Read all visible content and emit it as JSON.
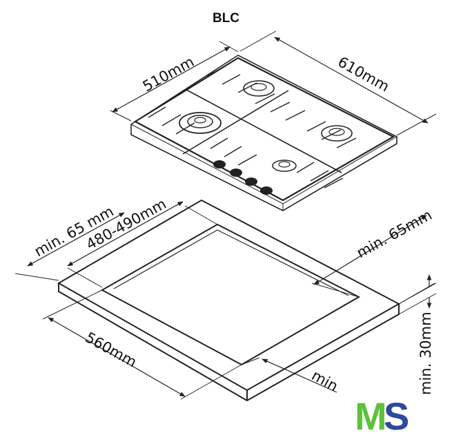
{
  "title": "BLC",
  "dimensions": {
    "hob_depth": "510mm",
    "hob_width": "610mm",
    "clearance_left": "min. 65 mm",
    "cutout_depth": "480-490mm",
    "clearance_right": "min. 65mm",
    "cutout_width": "560mm",
    "clearance_front": "min",
    "worktop_thickness": "min. 30mm"
  },
  "logo": {
    "text": "MS",
    "colors": {
      "m": "#5cc23a",
      "s": "#2a4a9a"
    }
  }
}
